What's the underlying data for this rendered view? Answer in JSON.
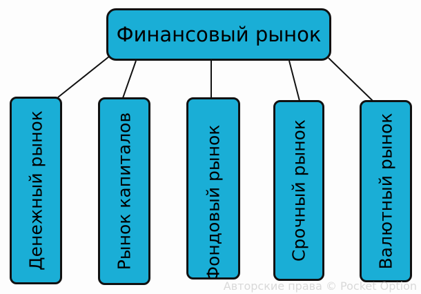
{
  "diagram": {
    "root": {
      "label": "Финансовый рынок"
    },
    "children": [
      {
        "label": "Денежный рынок"
      },
      {
        "label": "Рынок капиталов"
      },
      {
        "label": "Фондовый рынок"
      },
      {
        "label": "Срочный рынок"
      },
      {
        "label": "Валютный рынок"
      }
    ]
  },
  "watermark": "Авторские права © Pocket Option",
  "colors": {
    "node_fill": "#1aaed6",
    "node_border": "#111111",
    "connector": "#111111"
  }
}
